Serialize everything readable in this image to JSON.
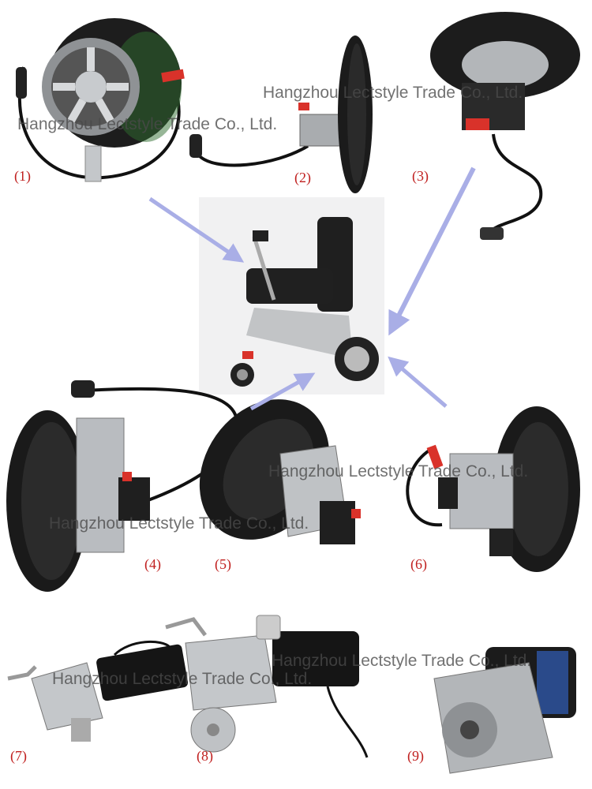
{
  "watermark": "Hangzhou Lectstyle Trade Co., Ltd.",
  "labels": [
    "(1)",
    "(2)",
    "(3)",
    "(4)",
    "(5)",
    "(6)",
    "(7)",
    "(8)",
    "(9)"
  ],
  "colors": {
    "label": "#c0201f",
    "arrow": "#a9aee6",
    "tire": "#1c1c1c",
    "metal": "#b9bcc0",
    "accent_red": "#d9322a"
  }
}
